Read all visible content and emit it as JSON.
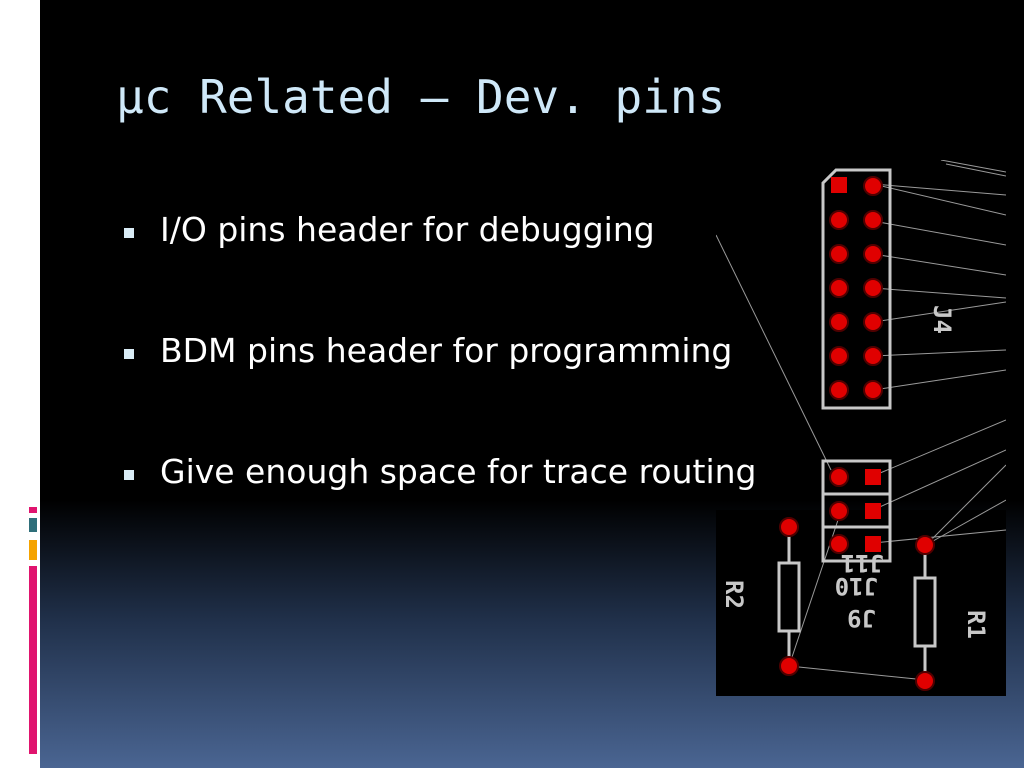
{
  "slide": {
    "title": "µc Related – Dev. pins",
    "bullets": [
      "I/O pins header for debugging",
      "BDM pins header for programming",
      "Give enough space for trace routing"
    ]
  },
  "pcb_image": {
    "labels": {
      "j4": "J4",
      "j11": "J11",
      "j10": "J10",
      "j9": "J9",
      "r2": "R2",
      "r1": "R1"
    }
  },
  "colors": {
    "title": "#cfe8f8",
    "pad": "#e00000",
    "silkscreen": "#c8c8c8",
    "accent_teal": "#2f6f7a",
    "accent_orange": "#f5a300",
    "accent_magenta": "#e0146e"
  }
}
